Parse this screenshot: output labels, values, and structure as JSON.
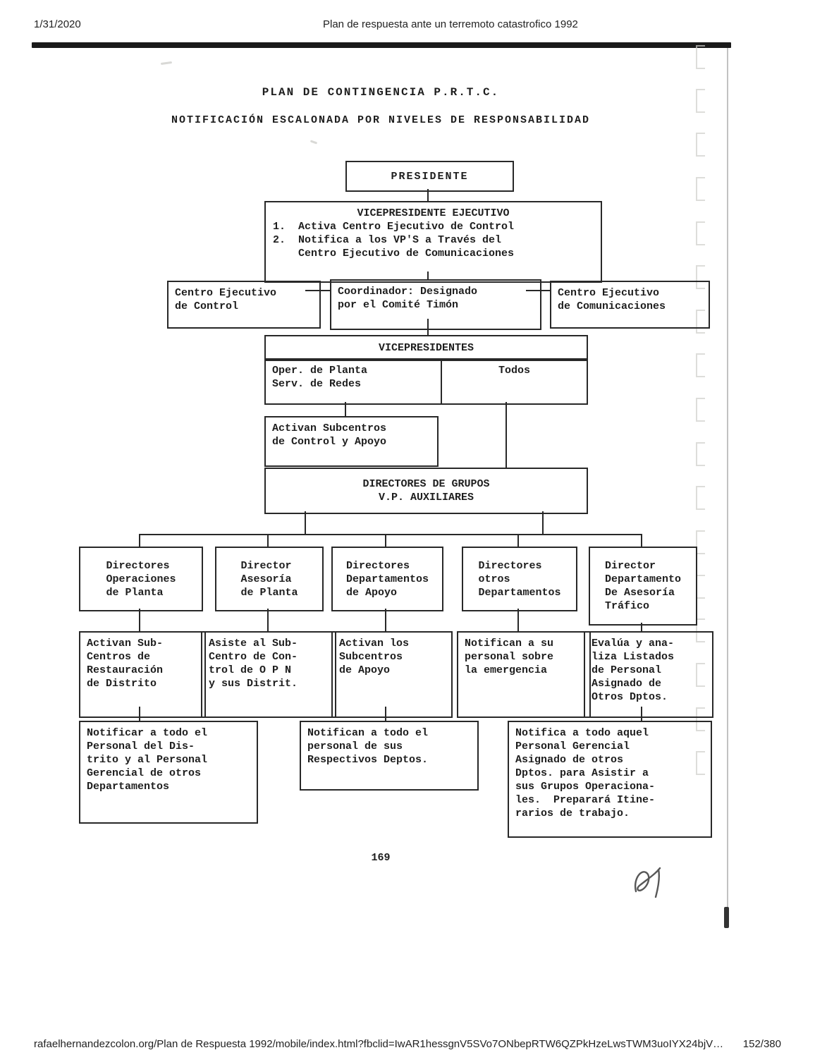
{
  "header": {
    "date": "1/31/2020",
    "title": "Plan de respuesta ante un terremoto catastrofico 1992"
  },
  "document": {
    "title": "PLAN DE CONTINGENCIA P.R.T.C.",
    "subtitle": "NOTIFICACIÓN ESCALONADA POR NIVELES DE RESPONSABILIDAD",
    "page_number": "169"
  },
  "diagram": {
    "presidente": "PRESIDENTE",
    "vicepresidente_ejecutivo": {
      "title": "VICEPRESIDENTE EJECUTIVO",
      "body": "1.  Activa Centro Ejecutivo de Control\n2.  Notifica a los VP'S a Través del\n    Centro Ejecutivo de Comunicaciones"
    },
    "centro_control": "Centro Ejecutivo\nde Control",
    "coordinador": "Coordinador: Designado\npor el Comité Timón",
    "centro_comunicaciones": "Centro Ejecutivo\nde Comunicaciones",
    "vicepresidentes": "VICEPRESIDENTES",
    "vp_oper": "Oper. de Planta\nServ. de Redes",
    "vp_todos": "Todos",
    "activan_subcentros": "Activan Subcentros\nde Control y Apoyo",
    "directores_grupos": "DIRECTORES DE GRUPOS\nV.P. AUXILIARES",
    "level1": [
      "Directores\nOperaciones\nde Planta",
      "Director\nAsesoría\nde Planta",
      "Directores\nDepartamentos\nde Apoyo",
      "Directores\notros\nDepartamentos",
      "Director\nDepartamento\nDe Asesoría\nTráfico"
    ],
    "level2": [
      "Activan Sub-\nCentros de\nRestauración\nde Distrito",
      "Asiste al Sub-\nCentro de Con-\ntrol de O P N\ny sus Distrit.",
      "Activan los\nSubcentros\nde Apoyo",
      "Notifican a su\npersonal sobre\nla emergencia",
      "Evalúa y ana-\nliza Listados\nde Personal\nAsignado de\nOtros Dptos."
    ],
    "level3": [
      "Notificar a todo el\nPersonal del Dis-\ntrito y al Personal\nGerencial de otros\nDepartamentos",
      "Notifican a todo el\npersonal de sus\nRespectivos Deptos.",
      "Notifica a todo aquel\nPersonal Gerencial\nAsignado de otros\nDptos. para Asistir a\nsus Grupos Operaciona-\nles.  Preparará Itine-\nrarios de trabajo."
    ]
  },
  "footer": {
    "url": "rafaelhernandezcolon.org/Plan de Respuesta 1992/mobile/index.html?fbclid=IwAR1hessgnV5SVo7ONbepRTW6QZPkHzeLwsTWM3uoIYX24bjV…",
    "page_indicator": "152/380"
  }
}
